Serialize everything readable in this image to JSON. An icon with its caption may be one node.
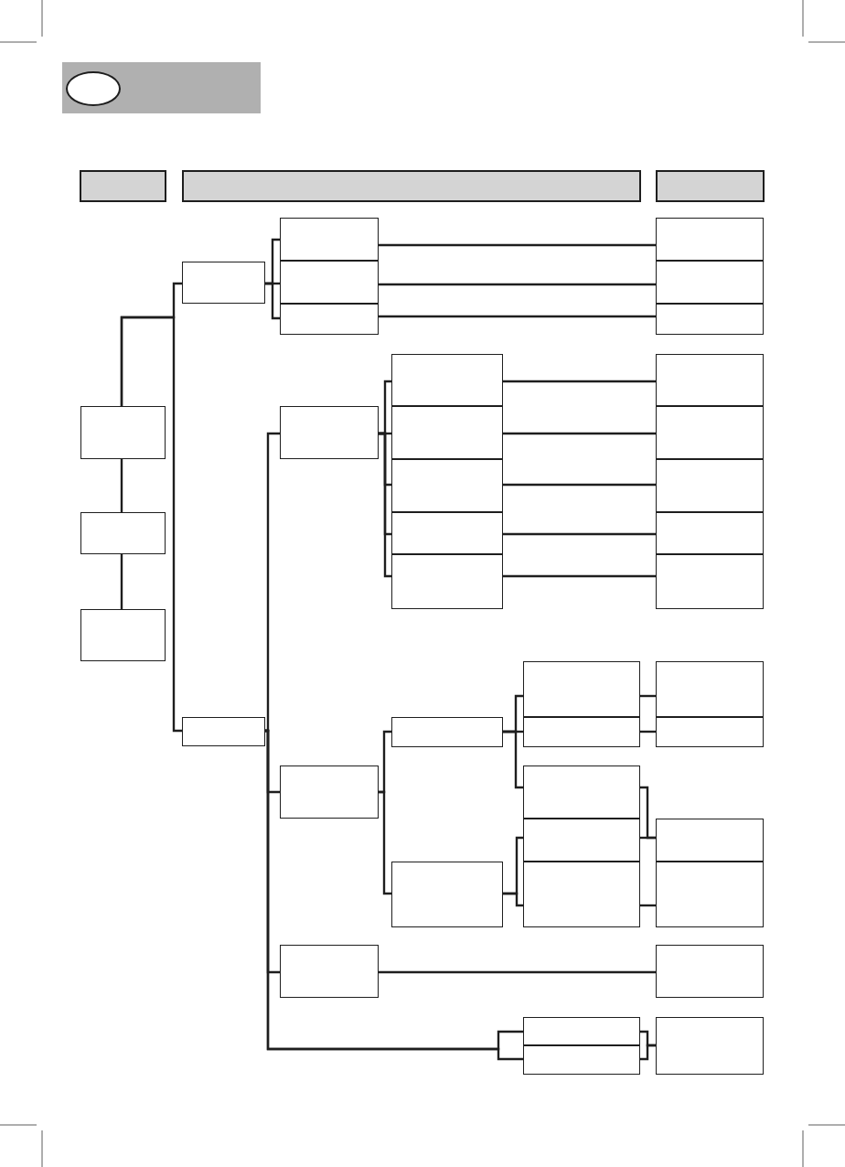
{
  "diagram": {
    "nodes": [
      {
        "text": [],
        "shape": "box"
      },
      {
        "text": [],
        "shape": "circle",
        "in": 0
      },
      {
        "text": [],
        "shape": "box"
      },
      {
        "text": [],
        "shape": "box"
      },
      {
        "text": [],
        "shape": "box"
      },
      {
        "text": [],
        "shape": "box"
      },
      {
        "text": [],
        "shape": "box"
      },
      {
        "text": [],
        "shape": "box"
      },
      {
        "text": [],
        "shape": "box"
      },
      {
        "text": [],
        "shape": "box"
      },
      {
        "text": [],
        "shape": "box"
      },
      {
        "text": [],
        "shape": "box"
      },
      {
        "text": [],
        "shape": "box"
      },
      {
        "text": [],
        "shape": "box"
      },
      {
        "text": [],
        "shape": "box"
      },
      {
        "text": [],
        "shape": "box"
      },
      {
        "text": [],
        "shape": "box"
      },
      {
        "text": [],
        "shape": "box"
      },
      {
        "text": [],
        "shape": "box"
      },
      {
        "text": [],
        "shape": "box"
      },
      {
        "text": [],
        "shape": "box"
      },
      {
        "text": [],
        "shape": "box"
      },
      {
        "text": [],
        "shape": "box"
      },
      {
        "text": [],
        "shape": "box"
      },
      {
        "text": [],
        "shape": "box"
      },
      {
        "text": [],
        "shape": "box"
      },
      {
        "text": [],
        "shape": "box"
      },
      {
        "text": [],
        "shape": "box"
      },
      {
        "text": [],
        "shape": "box"
      },
      {
        "text": [],
        "shape": "box"
      },
      {
        "text": [],
        "shape": "box"
      },
      {
        "text": [],
        "shape": "box"
      },
      {
        "text": [],
        "shape": "box"
      },
      {
        "text": [],
        "shape": "box"
      },
      {
        "text": [],
        "shape": "box"
      },
      {
        "text": [],
        "shape": "box"
      },
      {
        "text": [],
        "shape": "box"
      },
      {
        "text": [],
        "shape": "box"
      },
      {
        "text": [],
        "shape": "box"
      },
      {
        "text": [],
        "shape": "box"
      },
      {
        "text": [],
        "shape": "box"
      },
      {
        "text": [],
        "shape": "box"
      },
      {
        "text": [],
        "shape": "box"
      },
      {
        "text": [],
        "shape": "box"
      }
    ],
    "edges": [
      {
        "from": 5,
        "to": 6,
        "arrow": "none"
      },
      {
        "from": 6,
        "to": 7,
        "arrow": "none"
      },
      {
        "from": 5,
        "to": 8,
        "arrow": "none"
      },
      {
        "from": 5,
        "to": 9,
        "arrow": "none"
      },
      {
        "from": 8,
        "to": 10,
        "arrow": "none"
      },
      {
        "from": 8,
        "to": 11,
        "arrow": "none"
      },
      {
        "from": 8,
        "to": 12,
        "arrow": "none"
      },
      {
        "from": 10,
        "to": 13,
        "arrow": "none"
      },
      {
        "from": 11,
        "to": 14,
        "arrow": "none"
      },
      {
        "from": 12,
        "to": 15,
        "arrow": "none"
      },
      {
        "from": 9,
        "to": 16,
        "arrow": "none"
      },
      {
        "from": 16,
        "to": 17,
        "arrow": "none"
      },
      {
        "from": 16,
        "to": 18,
        "arrow": "none"
      },
      {
        "from": 16,
        "to": 19,
        "arrow": "none"
      },
      {
        "from": 16,
        "to": 20,
        "arrow": "none"
      },
      {
        "from": 16,
        "to": 21,
        "arrow": "none"
      },
      {
        "from": 17,
        "to": 22,
        "arrow": "none"
      },
      {
        "from": 18,
        "to": 23,
        "arrow": "none"
      },
      {
        "from": 19,
        "to": 24,
        "arrow": "none"
      },
      {
        "from": 20,
        "to": 25,
        "arrow": "none"
      },
      {
        "from": 21,
        "to": 26,
        "arrow": "none"
      },
      {
        "from": 9,
        "to": 27,
        "arrow": "none"
      },
      {
        "from": 9,
        "to": 39,
        "arrow": "none"
      },
      {
        "from": 9,
        "to": 41,
        "arrow": "none"
      },
      {
        "from": 9,
        "to": 42,
        "arrow": "none"
      },
      {
        "from": 41,
        "to": 43,
        "arrow": "none"
      },
      {
        "from": 42,
        "to": 43,
        "arrow": "none"
      },
      {
        "from": 27,
        "to": 28,
        "arrow": "none"
      },
      {
        "from": 27,
        "to": 34,
        "arrow": "none"
      },
      {
        "from": 28,
        "to": 29,
        "arrow": "none"
      },
      {
        "from": 28,
        "to": 30,
        "arrow": "none"
      },
      {
        "from": 28,
        "to": 33,
        "arrow": "none"
      },
      {
        "from": 29,
        "to": 31,
        "arrow": "none"
      },
      {
        "from": 30,
        "to": 32,
        "arrow": "none"
      },
      {
        "from": 34,
        "to": 35,
        "arrow": "none"
      },
      {
        "from": 34,
        "to": 36,
        "arrow": "none"
      },
      {
        "from": 33,
        "to": 37,
        "arrow": "none"
      },
      {
        "from": 35,
        "to": 37,
        "arrow": "none"
      },
      {
        "from": 36,
        "to": 38,
        "arrow": "none"
      },
      {
        "from": 39,
        "to": 40,
        "arrow": "none"
      }
    ]
  }
}
